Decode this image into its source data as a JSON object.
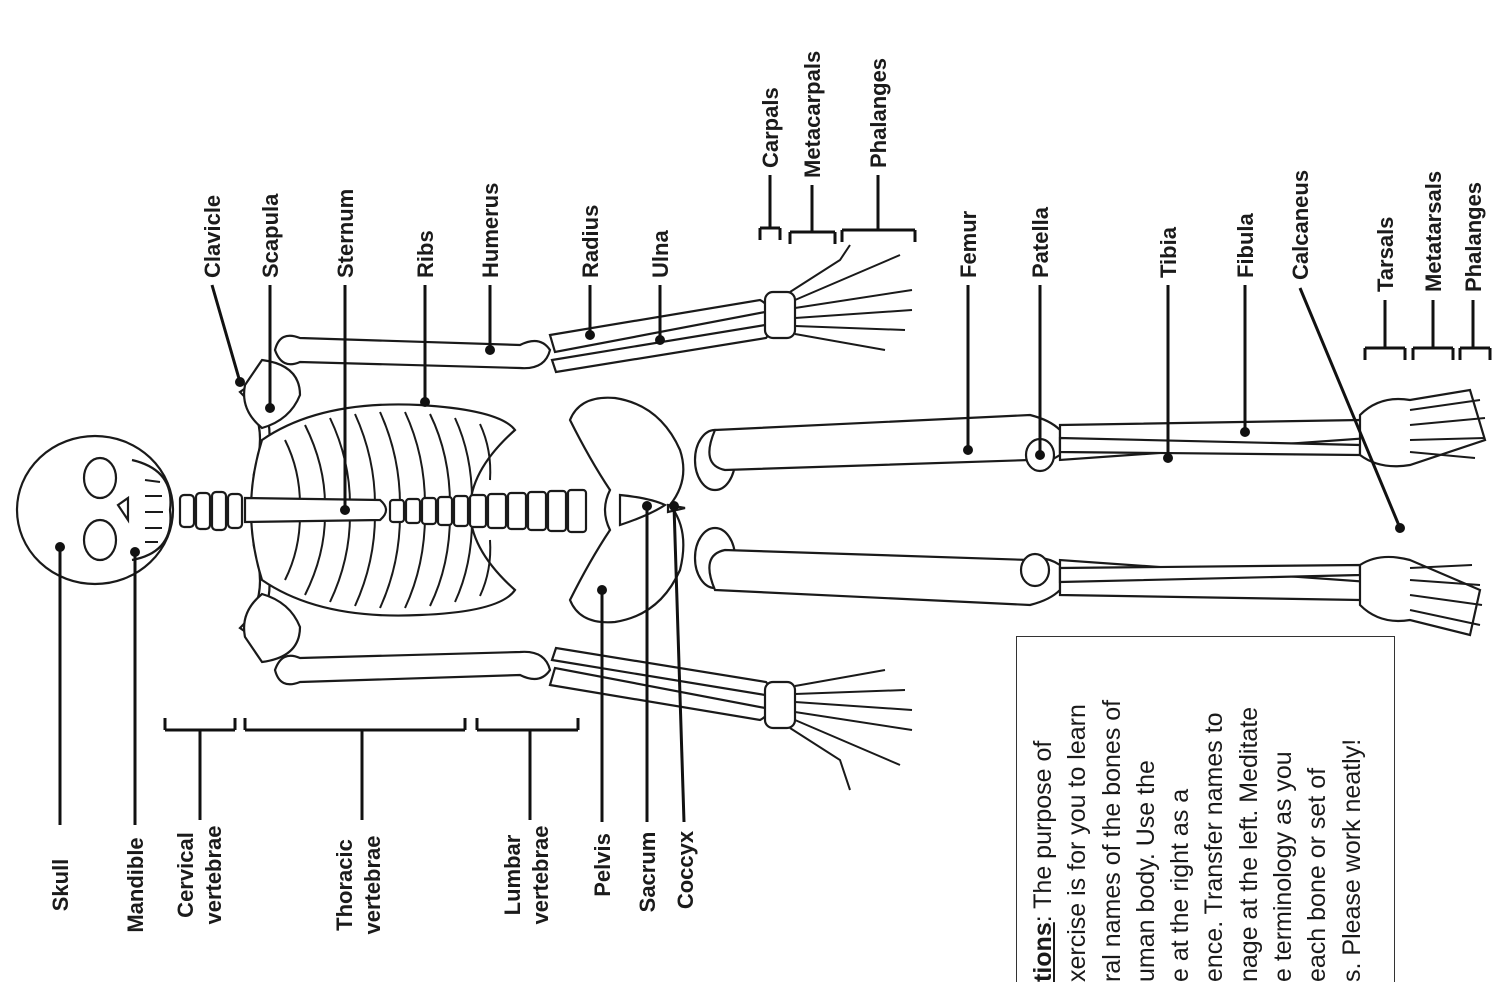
{
  "labels": {
    "skull": "Skull",
    "mandible": "Mandible",
    "cervical_1": "Cervical",
    "cervical_2": "vertebrae",
    "thoracic_1": "Thoracic",
    "thoracic_2": "vertebrae",
    "lumbar_1": "Lumbar",
    "lumbar_2": "vertebrae",
    "pelvis": "Pelvis",
    "sacrum": "Sacrum",
    "coccyx": "Coccyx",
    "clavicle": "Clavicle",
    "scapula": "Scapula",
    "sternum": "Sternum",
    "ribs": "Ribs",
    "humerus": "Humerus",
    "radius": "Radius",
    "ulna": "Ulna",
    "carpals": "Carpals",
    "metacarpals": "Metacarpals",
    "phalanges_hand": "Phalanges",
    "femur": "Femur",
    "patella": "Patella",
    "tibia": "Tibia",
    "fibula": "Fibula",
    "calcaneus": "Calcaneus",
    "tarsals": "Tarsals",
    "metatarsals": "Metatarsals",
    "phalanges_foot": "Phalanges"
  },
  "instructions": {
    "heading_visible": "tions",
    "after_heading": ": The purpose of",
    "line2": "xercise is for you to learn",
    "line3": "ral names of the bones of",
    "line4": "uman body.  Use the",
    "line5": "e at the right as a",
    "line6": "ence. Transfer names to",
    "line7": "nage at the left.  Meditate",
    "line8": "e terminology as you",
    "line9": "each bone or set of",
    "line10": "s. Please work neatly!"
  }
}
